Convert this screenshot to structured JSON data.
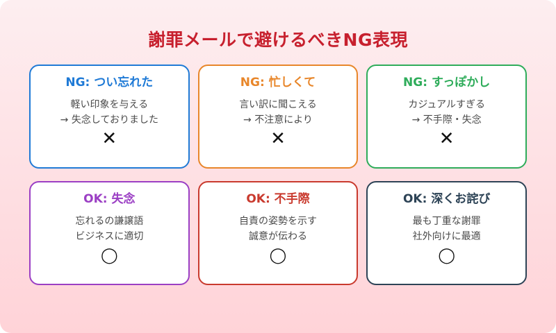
{
  "page": {
    "title": "謝罪メールで避けるべきNG表現",
    "title_color": "#c7202e",
    "background_top_color": "#fdeef0",
    "background_bottom_color": "#ffd3d8",
    "card_background": "#ffffff",
    "body_text_color": "#4a4a4a",
    "mark_color": "#111111"
  },
  "cards": [
    {
      "title": "NG: つい忘れた",
      "accent": "#1f7ad6",
      "line1": "軽い印象を与える",
      "line2": "→ 失念しておりました",
      "mark": "✕",
      "mark_name": "cross-icon"
    },
    {
      "title": "NG: 忙しくて",
      "accent": "#e8862a",
      "line1": "言い訳に聞こえる",
      "line2": "→ 不注意により",
      "mark": "✕",
      "mark_name": "cross-icon"
    },
    {
      "title": "NG: すっぽかし",
      "accent": "#2eac5a",
      "line1": "カジュアルすぎる",
      "line2": "→ 不手際・失念",
      "mark": "✕",
      "mark_name": "cross-icon"
    },
    {
      "title": "OK: 失念",
      "accent": "#9b3fc4",
      "line1": "忘れるの謙譲語",
      "line2": "ビジネスに適切",
      "mark": "◯",
      "mark_name": "circle-icon"
    },
    {
      "title": "OK: 不手際",
      "accent": "#c93a2e",
      "line1": "自責の姿勢を示す",
      "line2": "誠意が伝わる",
      "mark": "◯",
      "mark_name": "circle-icon"
    },
    {
      "title": "OK: 深くお詫び",
      "accent": "#2d4356",
      "line1": "最も丁重な謝罪",
      "line2": "社外向けに最適",
      "mark": "◯",
      "mark_name": "circle-icon"
    }
  ]
}
